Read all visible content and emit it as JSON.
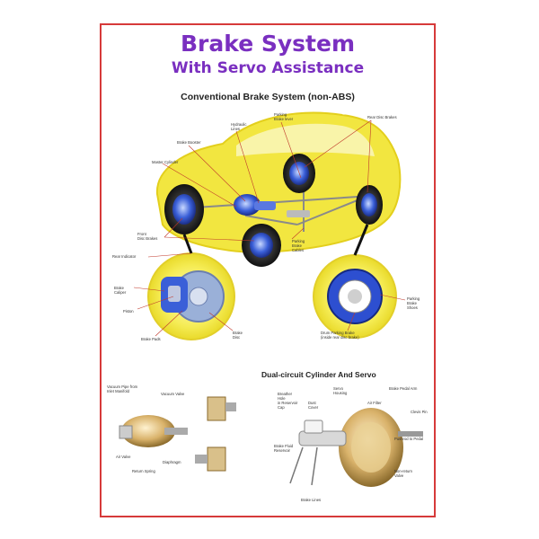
{
  "title": "Brake System",
  "subtitle": "With Servo Assistance",
  "section_top": "Conventional Brake System (non-ABS)",
  "section_bottom": "Dual-circuit Cylinder And Servo",
  "labels_top": {
    "parking_brake_lever": "Parking\nBrake lever",
    "hydraulic_lines": "Hydraulic\nLines",
    "rear_disc_brakes": "Rear Disc Brakes",
    "brake_booster": "Brake Booster",
    "master_cylinder": "Master Cylinder",
    "front_disc_brakes": "Front\nDisc Brakes",
    "parking_brake_cables": "Parking\nBrake\nCables",
    "rear_indicator": "Rear Indicator",
    "brake_caliper": "Brake\nCaliper",
    "piston": "Piston",
    "brake_pads": "Brake Pads",
    "brake_disc": "Brake\nDisc",
    "parking_brake_shoes": "Parking\nBrake\nShoes",
    "drum_parking_brake": "Drum Parking Brake\n(inside rear disc brake)"
  },
  "labels_bottom": {
    "vacuum_pipe": "Vacuum Pipe from\nInlet Manifold",
    "vacuum_valve": "Vacuum Valve",
    "air_valve": "Air Valve",
    "diaphragm": "Diaphragm",
    "return_spring": "Return Spring",
    "breather_hole": "Breather\nHole\nin Reservoir\nCap",
    "dust_cover": "Dust\nCover",
    "servo_housing": "Servo\nHousing",
    "air_filter": "Air Filter",
    "brake_pedal_arm": "Brake Pedal Arm",
    "clevis_pin": "Clevis Pin",
    "pushrod_to_pedal": "Pushrod to Pedal",
    "brake_fluid_reservoir": "Brake Fluid\nReservoir",
    "non_return_valve": "Non-return\nValve",
    "brake_lines": "Brake Lines"
  },
  "colors": {
    "title": "#7a2fc0",
    "border": "#d63a3a",
    "car_body": "#f2e640",
    "leader": "#c0392b"
  }
}
